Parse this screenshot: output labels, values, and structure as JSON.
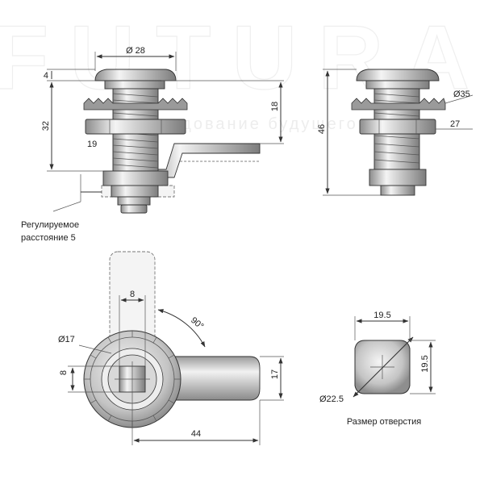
{
  "watermark": {
    "brand": "FUTURA",
    "slogan": "оборудование будущего"
  },
  "dimensions": {
    "head_diameter": "Ø 28",
    "head_height": "4",
    "body_length": "32",
    "thread": "19",
    "cam_offset": "18",
    "washer_diameter": "Ø35",
    "nut_size": "27",
    "total_length": "46",
    "square_drive": "8",
    "square_drive_side": "8",
    "rotation": "90°",
    "flange_diameter": "Ø17",
    "cam_length": "44",
    "cam_width": "17",
    "hole_width": "19.5",
    "hole_height": "19.5",
    "hole_diameter": "Ø22.5"
  },
  "labels": {
    "adjustable_line1": "Регулируемое",
    "adjustable_line2": "расстояние 5",
    "hole_title": "Размер отверстия"
  }
}
